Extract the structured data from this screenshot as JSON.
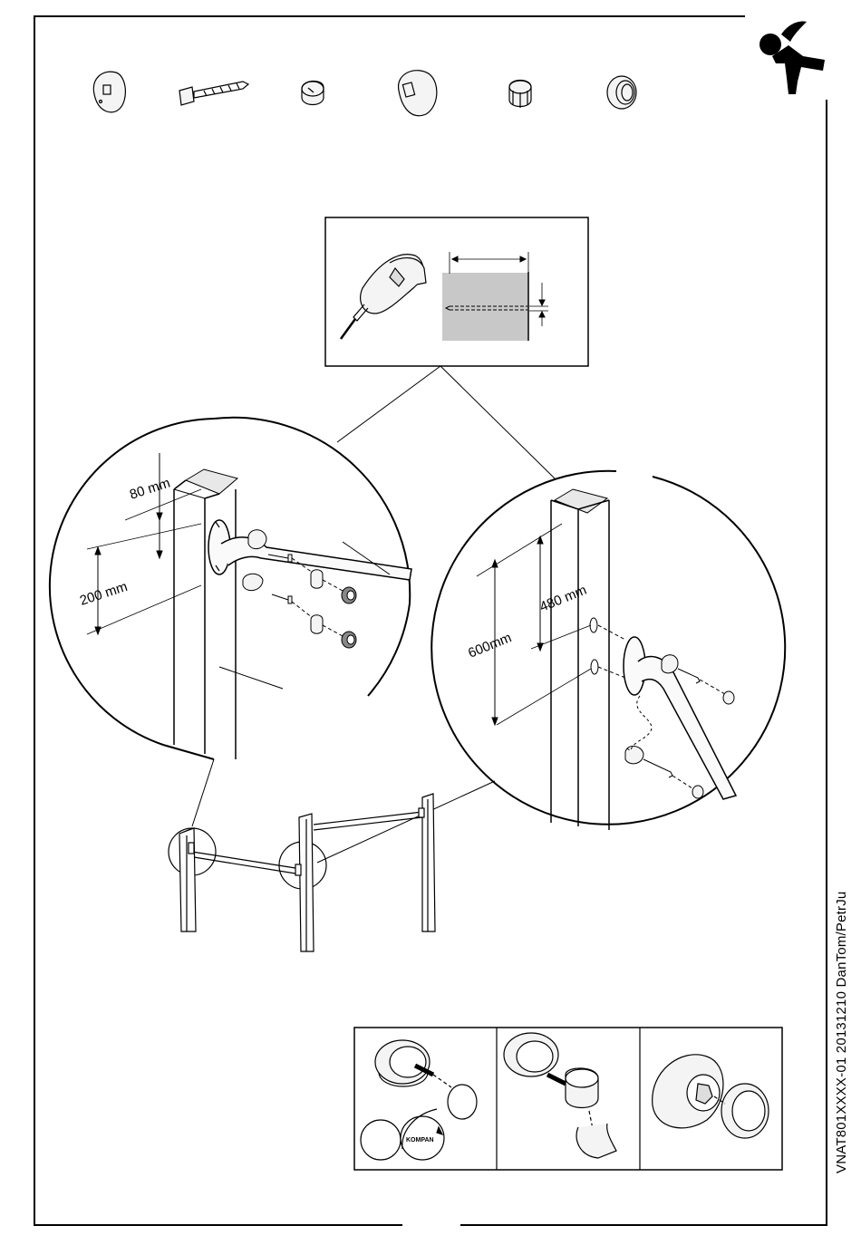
{
  "document": {
    "code": "VNAT801XXXX-01 20131210 DanTom/PetrJu",
    "logo": "kompan-figure-logo",
    "parts": [
      "wall-disc-icon",
      "lag-screw-icon",
      "nut-cap-icon",
      "bracket-disc-icon",
      "sleeve-nut-icon",
      "plug-cap-icon"
    ]
  },
  "detail_left": {
    "dim_top": "80 mm",
    "dim_span": "200 mm"
  },
  "detail_right": {
    "dim_inner": "480 mm",
    "dim_outer": "600mm"
  },
  "caps_panel": {
    "brand_label": "KOMPAN",
    "steps": [
      "cap-remove-step",
      "sleeve-insert-step",
      "cap-fit-step"
    ]
  }
}
